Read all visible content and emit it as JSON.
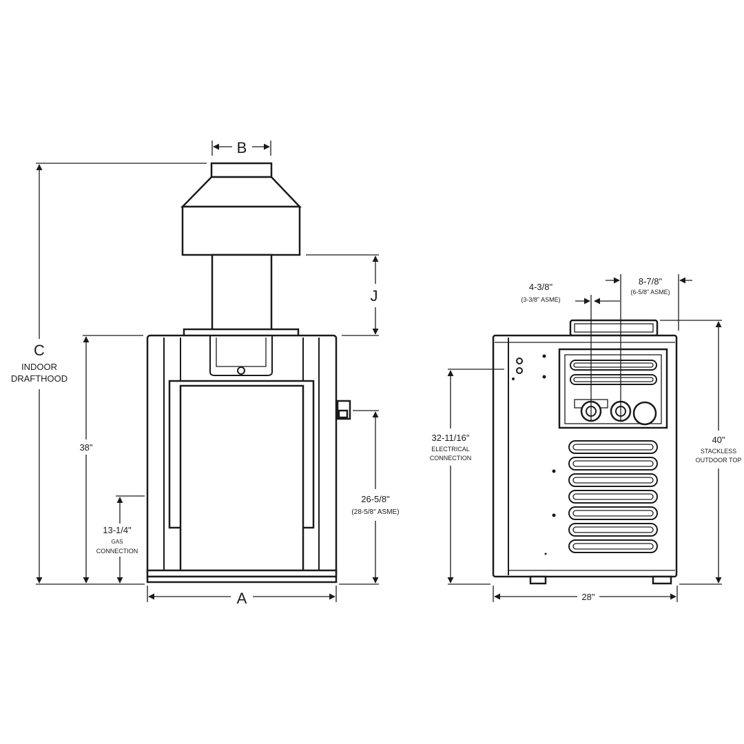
{
  "front_view": {
    "label_a": "A",
    "label_b": "B",
    "label_c": "C",
    "label_c_caption_line1": "INDOOR",
    "label_c_caption_line2": "DRAFTHOOD",
    "label_j": "J",
    "height_label": "38\"",
    "gas_height": "13-1/4\"",
    "gas_caption_line1": "GAS",
    "gas_caption_line2": "CONNECTION",
    "water_height": "26-5/8\"",
    "water_asme": "(28-5/8\" ASME)"
  },
  "side_view": {
    "inlet_offset": "4-3/8\"",
    "inlet_asme": "(3-3/8\" ASME)",
    "outlet_offset": "8-7/8\"",
    "outlet_asme": "(6-5/8\" ASME)",
    "electrical_height": "32-11/16\"",
    "electrical_caption_line1": "ELECTRICAL",
    "electrical_caption_line2": "CONNECTION",
    "outdoor_height": "40\"",
    "outdoor_caption_line1": "STACKLESS",
    "outdoor_caption_line2": "OUTDOOR TOP",
    "depth": "28\""
  }
}
